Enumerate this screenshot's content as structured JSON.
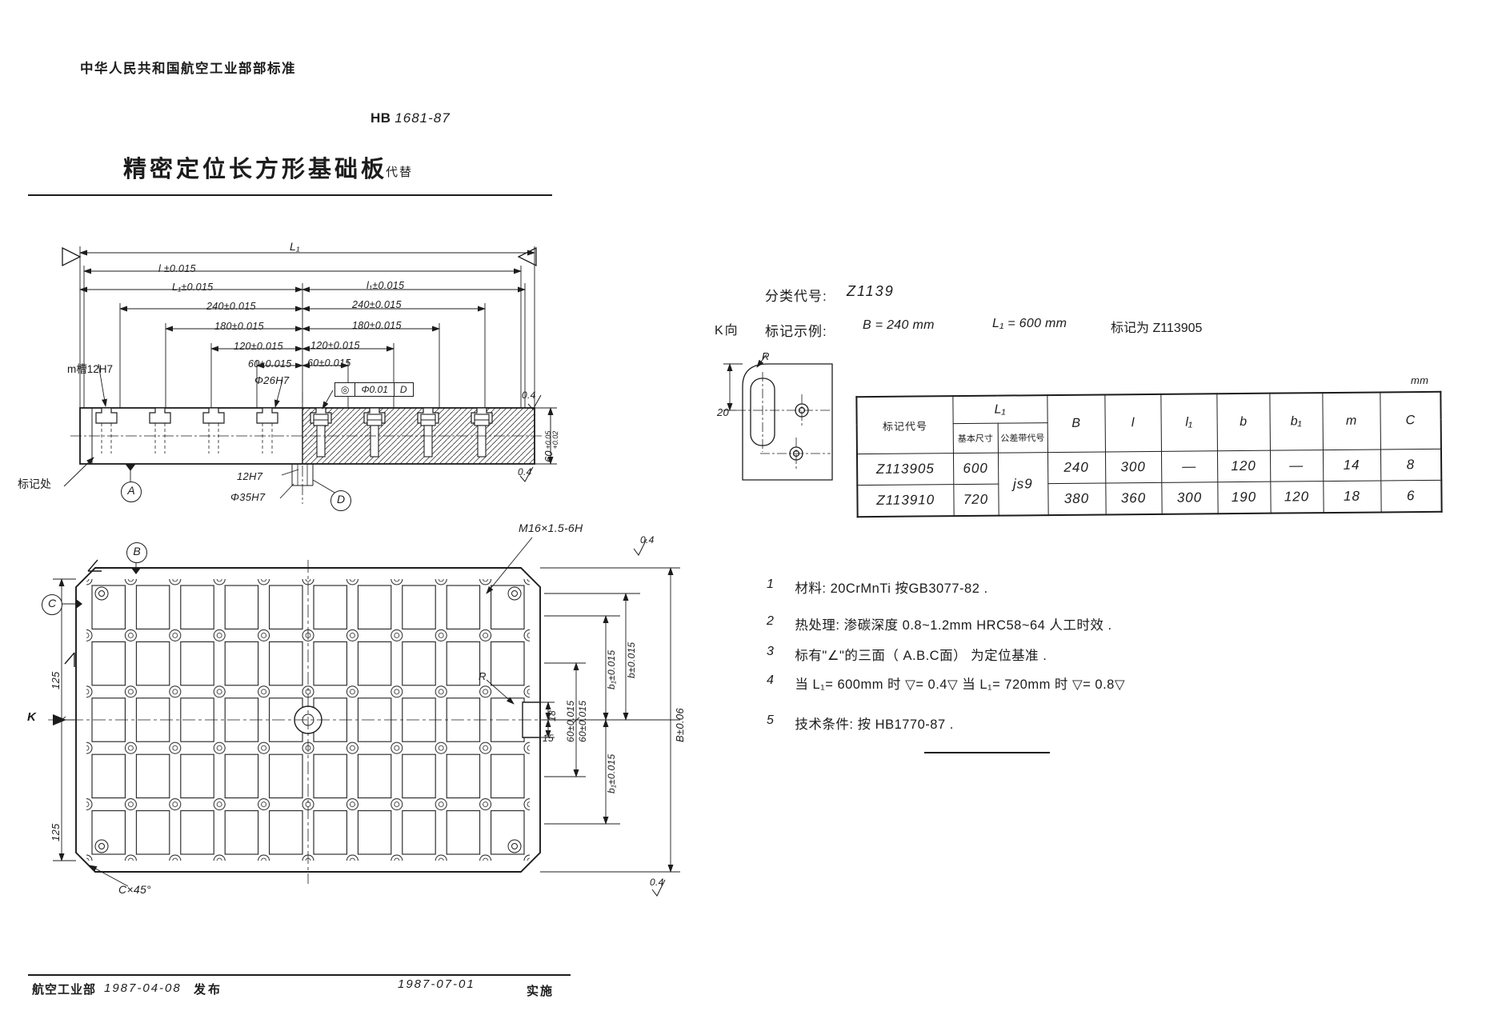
{
  "colors": {
    "ink": "#1c1c1c",
    "paper": "#ffffff"
  },
  "header": {
    "authority": "中华人民共和国航空工业部部标准",
    "standard_prefix": "HB",
    "standard_no": "1681-87",
    "title": "精密定位长方形基础板",
    "replaces": "代替"
  },
  "classification": {
    "label": "分类代号:",
    "code": "Z1139",
    "example_label": "标记示例:",
    "example_b": "B = 240 mm",
    "example_l1": "L₁ = 600 mm",
    "example_mark": "标记为 Z113905"
  },
  "spec_table": {
    "unit": "mm",
    "header": {
      "mark": "标记代号",
      "l1_group": "L₁",
      "basic": "基本尺寸",
      "tol": "公差带代号",
      "cols": [
        "B",
        "l",
        "l₁",
        "b",
        "b₁",
        "m",
        "C"
      ]
    },
    "tol_value": "js9",
    "rows": [
      {
        "mark": "Z113905",
        "l1": "600",
        "B": "240",
        "l": "300",
        "l1s": "—",
        "b": "120",
        "b1": "—",
        "m": "14",
        "C": "8"
      },
      {
        "mark": "Z113910",
        "l1": "720",
        "B": "380",
        "l": "360",
        "l1s": "300",
        "b": "190",
        "b1": "120",
        "m": "18",
        "C": "6"
      }
    ]
  },
  "notes": {
    "items": [
      {
        "no": "1",
        "text": "材料: 20CrMnTi   按GB3077-82 ."
      },
      {
        "no": "2",
        "text": "热处理: 渗碳深度 0.8~1.2mm  HRC58~64  人工时效 ."
      },
      {
        "no": "3",
        "text": "标有\"∠\"的三面（ A.B.C面） 为定位基准 ."
      },
      {
        "no": "4",
        "text": "当 L₁= 600mm 时 ▽= 0.4▽   当 L₁= 720mm 时 ▽= 0.8▽"
      },
      {
        "no": "5",
        "text": "技术条件: 按 HB1770-87 ."
      }
    ]
  },
  "section_view": {
    "dim_L1": "L₁",
    "dim_l": "l ±0.015",
    "dim_L1t": "L₁±0.015",
    "dim_l1t": "l₁±0.015",
    "dim_240l": "240±0.015",
    "dim_240r": "240±0.015",
    "dim_180l": "180±0.015",
    "dim_180r": "180±0.015",
    "dim_120l": "120±0.015",
    "dim_120r": "120±0.015",
    "dim_60l": "60±0.015",
    "dim_60r": "60±0.015",
    "dim_d26": "Φ26H7",
    "slot_label": "m槽12H7",
    "dim_12h7": "12H7",
    "dim_d35": "Φ35H7",
    "mark_spot": "标记处",
    "datum_a": "A",
    "datum_d": "D",
    "gdt": [
      "◎",
      "Φ0.01",
      "D"
    ],
    "finish_top": "0.4",
    "finish_bottom": "0.4",
    "thick": "60",
    "thick_hi": "+0.05",
    "thick_lo": "+0.02"
  },
  "k_view": {
    "label": "K向",
    "r": "R",
    "dim_20": "20"
  },
  "plan_view": {
    "m16": "M16×1.5-6H",
    "finish_tr": "0.4",
    "finish_br": "0.4",
    "datum_b": "B",
    "datum_c": "C",
    "k": "K",
    "dim_125a": "125",
    "dim_125b": "125",
    "r": "R",
    "dim_18": "18",
    "dim_15": "15",
    "dim_b_top": "b±0.015",
    "dim_b1_top": "b₁±0.015",
    "dim_60a": "60±0.015",
    "dim_60b": "60±0.015",
    "dim_b1_bot": "b₁±0.015",
    "dim_B": "B±0.06",
    "chamfer": "C×45°"
  },
  "footer": {
    "issuer": "航空工业部",
    "issue_date": "1987-04-08",
    "issue_label": "发布",
    "impl_date": "1987-07-01",
    "impl_label": "实施"
  }
}
